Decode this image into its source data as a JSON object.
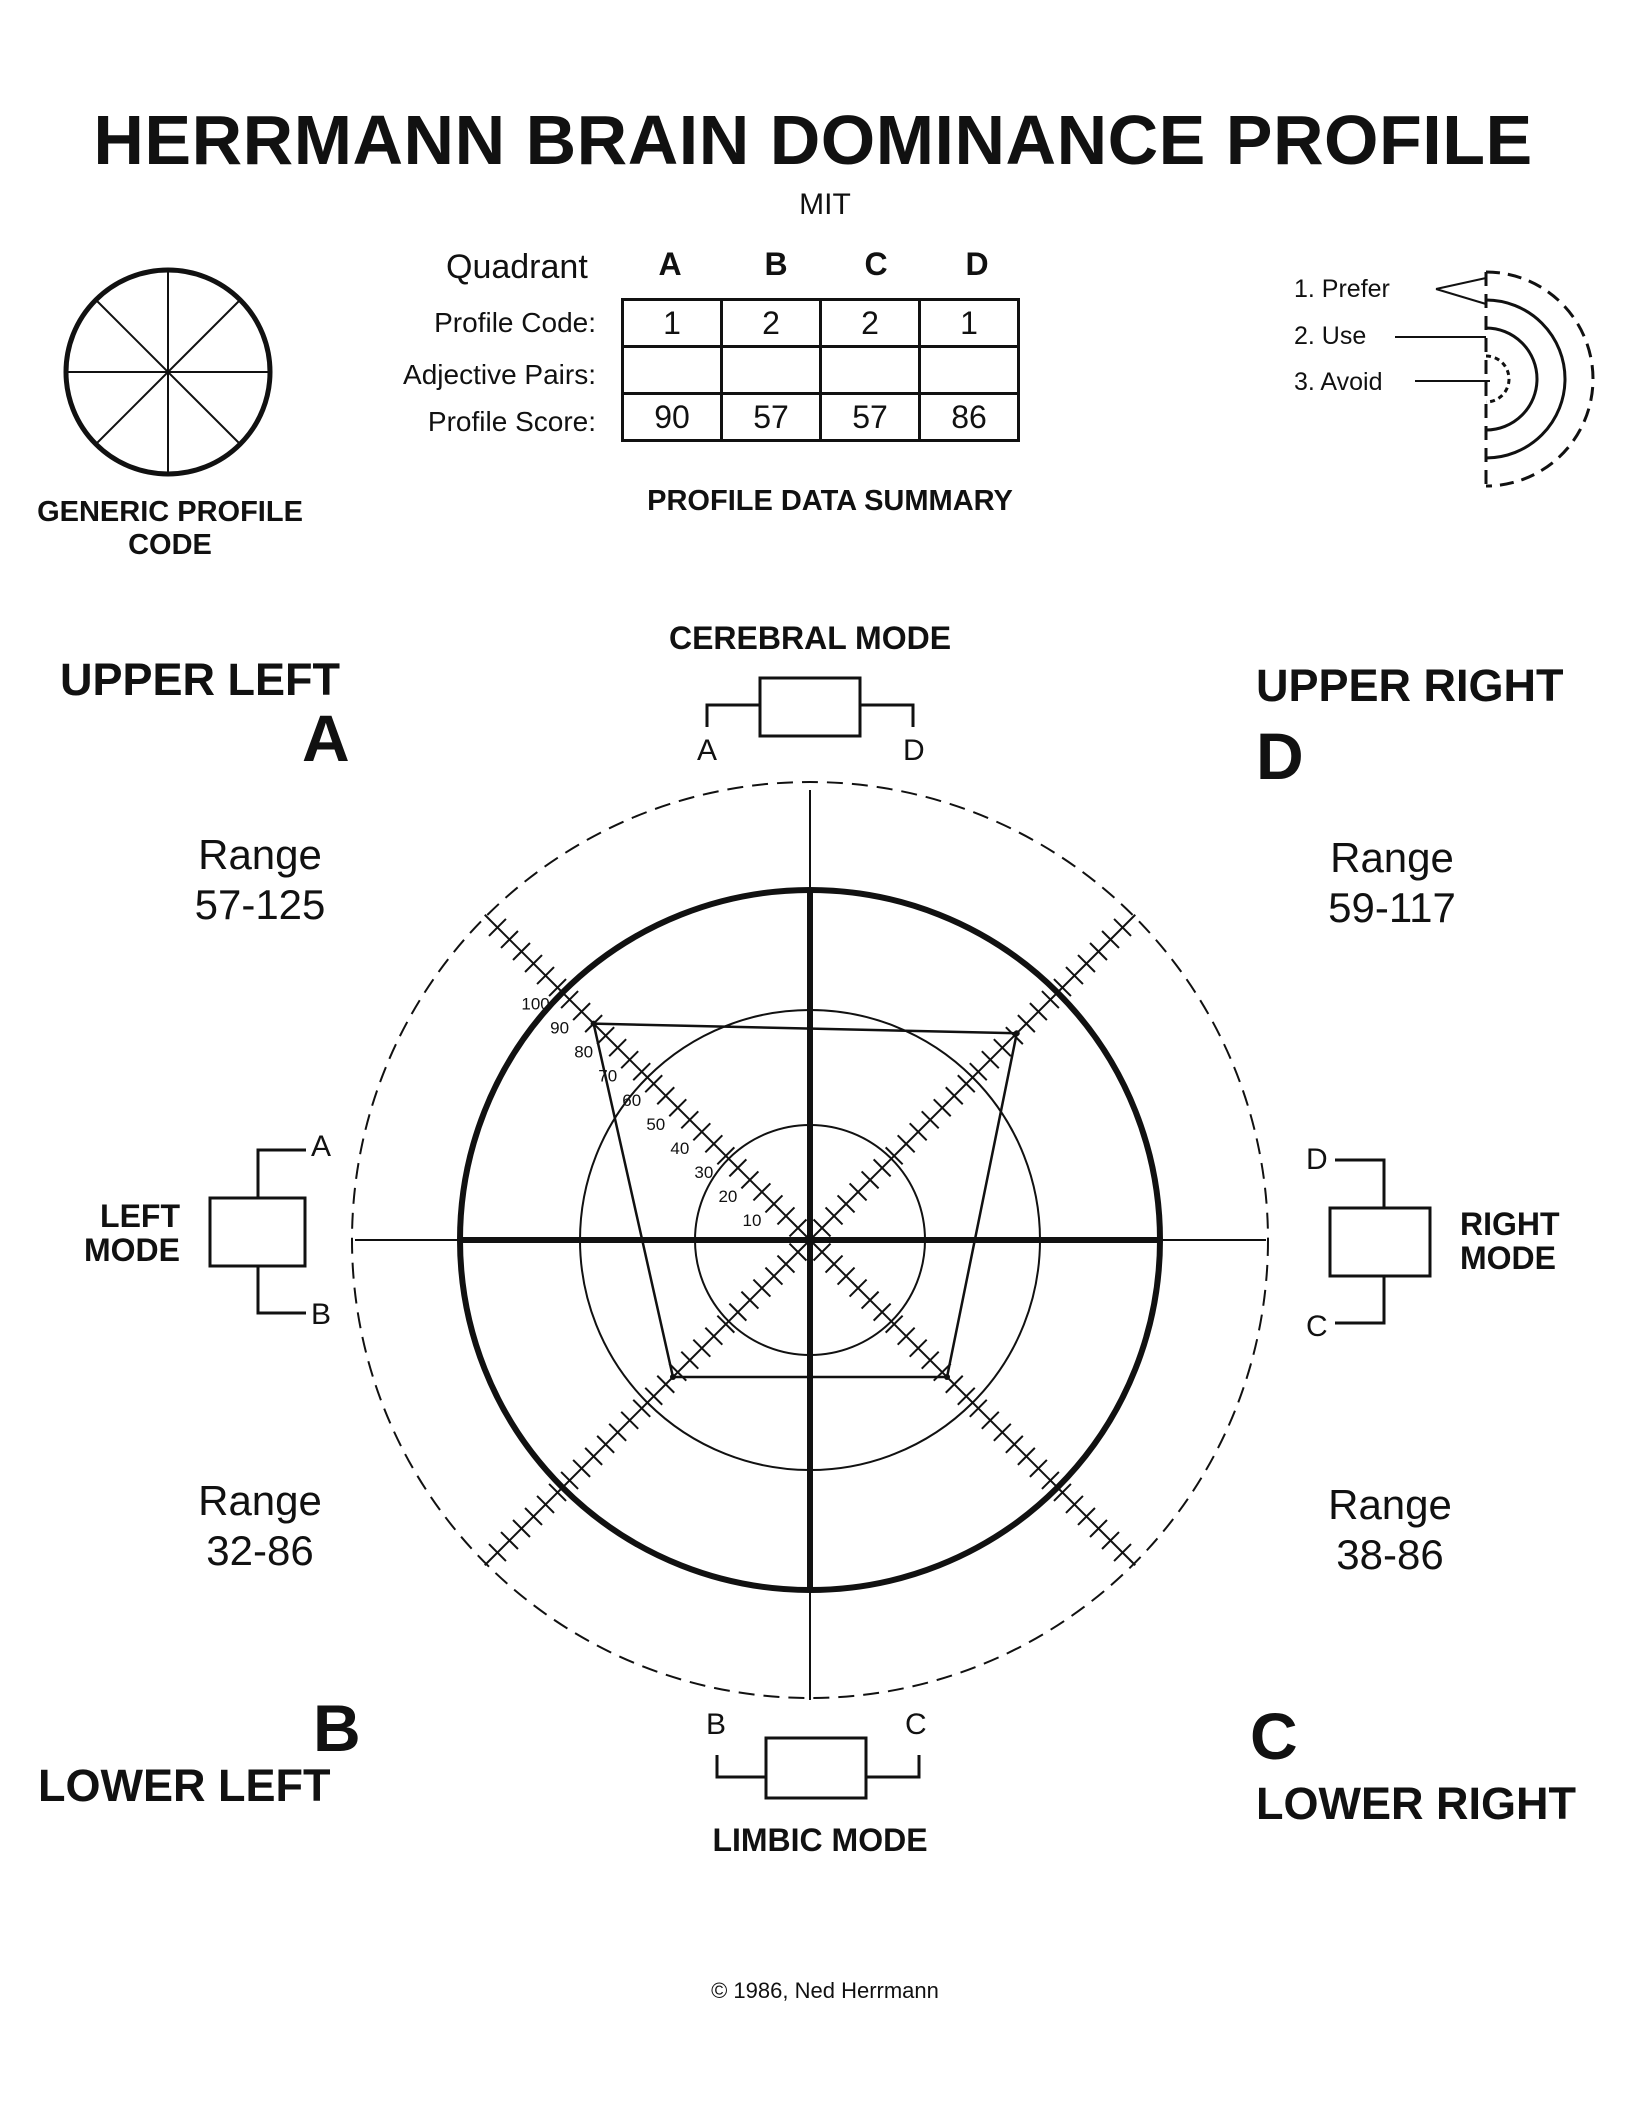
{
  "header": {
    "title": "HERRMANN BRAIN DOMINANCE PROFILE",
    "subtitle": "MIT"
  },
  "summary": {
    "quadrant_label": "Quadrant",
    "quadrants": [
      "A",
      "B",
      "C",
      "D"
    ],
    "profile_code_label": "Profile Code:",
    "adjective_pairs_label": "Adjective Pairs:",
    "profile_score_label": "Profile Score:",
    "profile_codes": [
      "1",
      "2",
      "2",
      "1"
    ],
    "adjective_pairs": [
      "",
      "",
      "",
      ""
    ],
    "profile_scores": [
      "90",
      "57",
      "57",
      "86"
    ],
    "caption": "PROFILE DATA SUMMARY"
  },
  "generic_code": {
    "label_line1": "GENERIC PROFILE",
    "label_line2": "CODE"
  },
  "legend": {
    "prefer": "1. Prefer",
    "use": "2. Use",
    "avoid": "3. Avoid"
  },
  "modes": {
    "cerebral": {
      "label": "CEREBRAL MODE",
      "left": "A",
      "right": "D"
    },
    "limbic": {
      "label": "LIMBIC MODE",
      "left": "B",
      "right": "C"
    },
    "left": {
      "line1": "LEFT",
      "line2": "MODE",
      "top": "A",
      "bottom": "B"
    },
    "right": {
      "line1": "RIGHT",
      "line2": "MODE",
      "top": "D",
      "bottom": "C"
    }
  },
  "quadrant_corners": {
    "upper_left": {
      "name": "UPPER LEFT",
      "letter": "A",
      "range_label": "Range",
      "range": "57-125"
    },
    "upper_right": {
      "name": "UPPER RIGHT",
      "letter": "D",
      "range_label": "Range",
      "range": "59-117"
    },
    "lower_left": {
      "name": "LOWER LEFT",
      "letter": "B",
      "range_label": "Range",
      "range": "32-86"
    },
    "lower_right": {
      "name": "LOWER RIGHT",
      "letter": "C",
      "range_label": "Range",
      "range": "38-86"
    }
  },
  "chart_data": {
    "type": "radar",
    "axes": [
      "A",
      "D",
      "C",
      "B"
    ],
    "values": {
      "A": 90,
      "B": 57,
      "C": 57,
      "D": 86
    },
    "scale_max": 100,
    "axis_ticks": [
      "10",
      "20",
      "30",
      "40",
      "50",
      "60",
      "70",
      "80",
      "90",
      "100"
    ]
  },
  "footer": {
    "copyright": "© 1986, Ned Herrmann"
  }
}
